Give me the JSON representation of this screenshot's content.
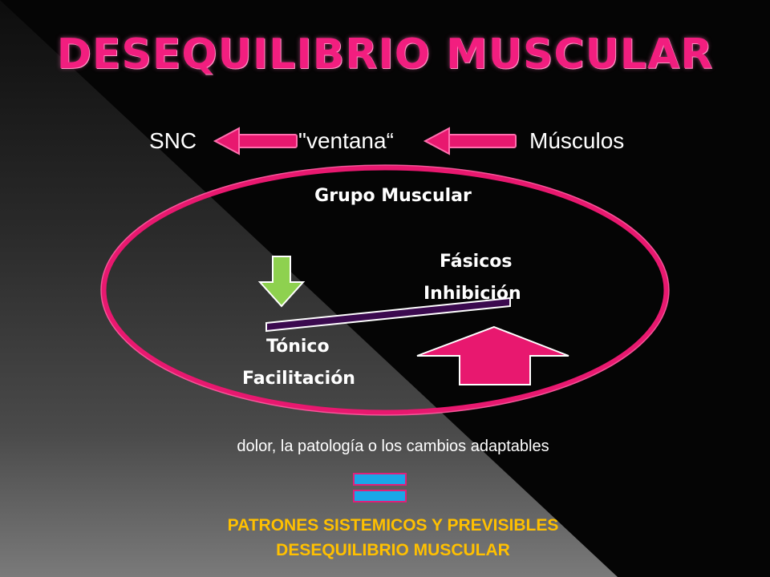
{
  "title": "DESEQUILIBRIO MUSCULAR",
  "flow": {
    "snc": "SNC",
    "ventana": "\"ventana“",
    "musculos": "Músculos"
  },
  "group": {
    "label": "Grupo Muscular",
    "fasicos": "Fásicos",
    "inhibicion": "Inhibición",
    "tonico": "Tónico",
    "facilitacion": "Facilitación"
  },
  "cause": "dolor, la patología o los cambios adaptables",
  "conclusion": {
    "line1": "PATRONES SISTEMICOS Y PREVISIBLES",
    "line2": "DESEQUILIBRIO MUSCULAR"
  },
  "colors": {
    "title": "#f21e7f",
    "accent_pink": "#e8186f",
    "arrow_green": "#8ed14f",
    "beam_purple": "#3b0a4f",
    "equals_blue": "#1aa7e8",
    "conclusion": "#ffc000"
  }
}
